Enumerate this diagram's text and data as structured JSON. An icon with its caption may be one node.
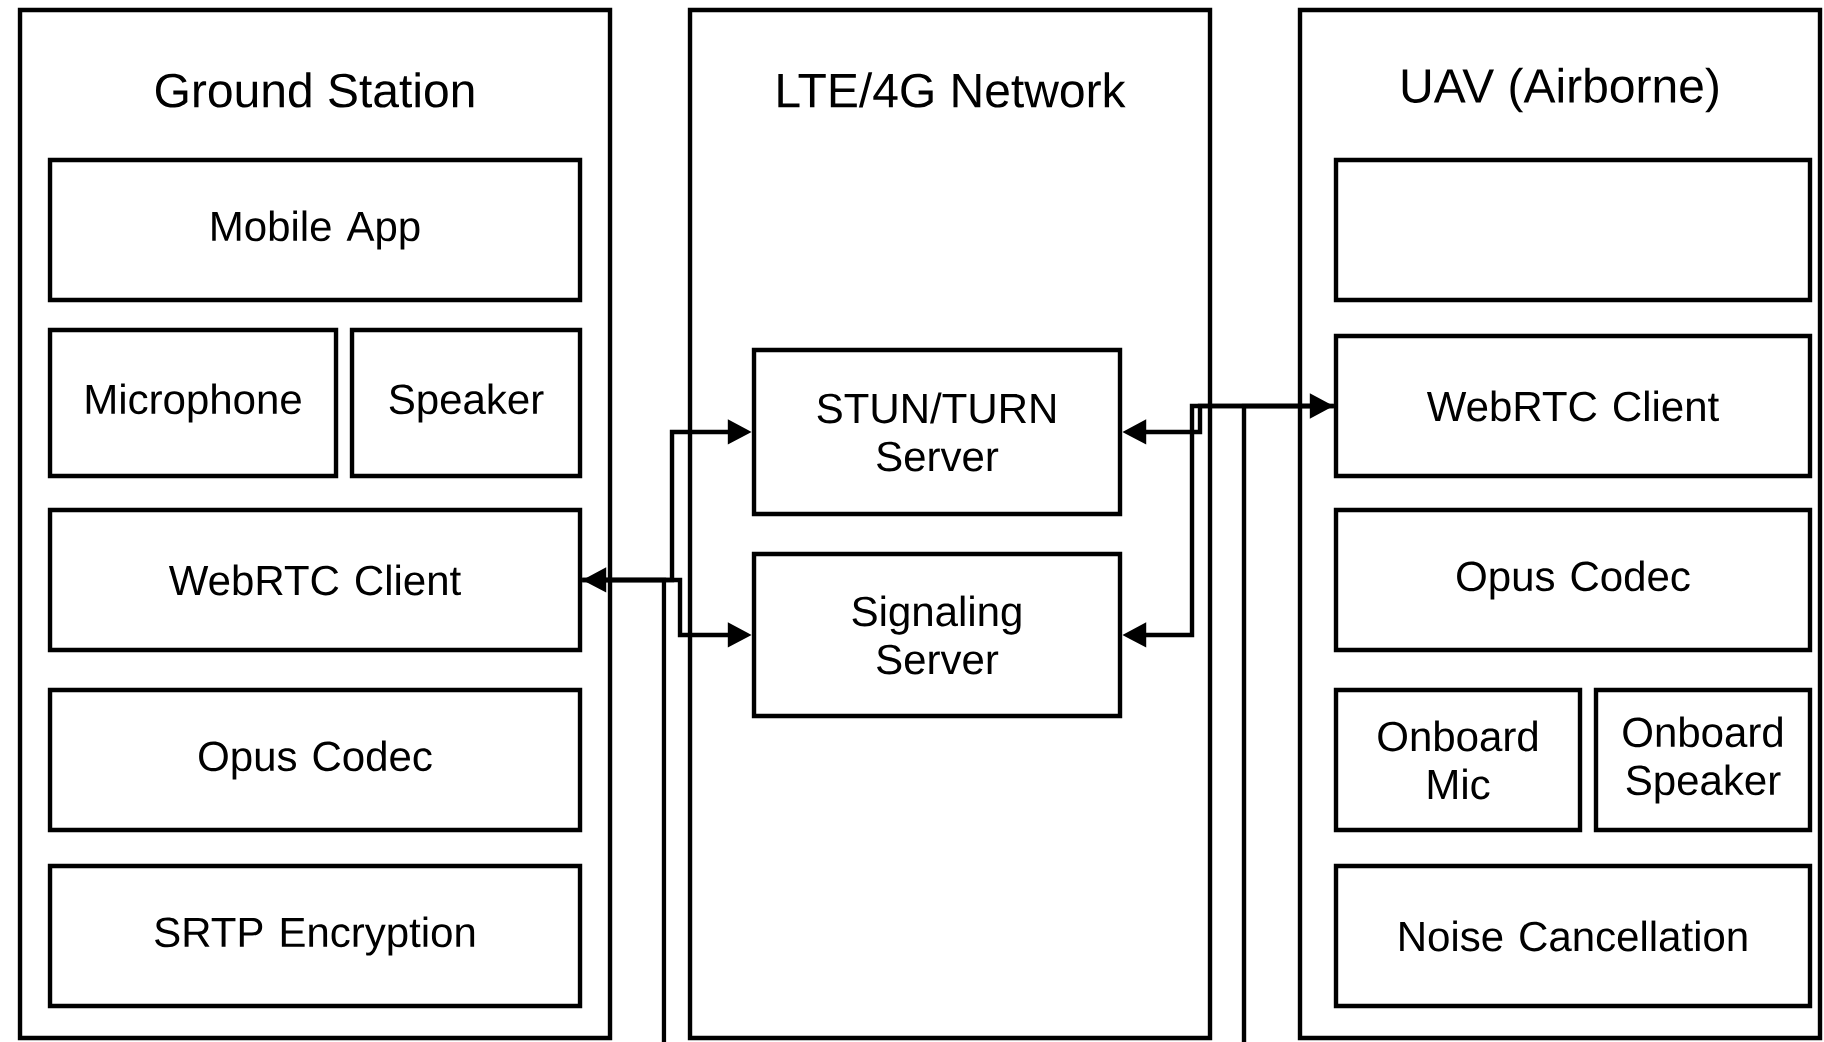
{
  "diagram": {
    "nodes": [
      {
        "text": [
          "Ground Station"
        ]
      },
      {
        "text": [
          "Mobile App"
        ],
        "in": 0
      },
      {
        "text": [
          "Microphone"
        ],
        "in": 0
      },
      {
        "text": [
          "Speaker"
        ],
        "in": 0
      },
      {
        "text": [
          "WebRTC Client"
        ],
        "in": 0
      },
      {
        "text": [
          "Opus Codec"
        ],
        "in": 0
      },
      {
        "text": [
          "SRTP Encryption"
        ],
        "in": 0
      },
      {
        "text": [
          "LTE/4G Network"
        ]
      },
      {
        "text": [
          "STUN/TURN Server"
        ],
        "in": 7
      },
      {
        "text": [
          "Signaling Server"
        ],
        "in": 7
      },
      {
        "text": [
          "UAV (Airborne)"
        ]
      },
      {
        "text": [],
        "shape": "box",
        "in": 10
      },
      {
        "text": [
          "WebRTC Client"
        ],
        "in": 10
      },
      {
        "text": [
          "Opus Codec"
        ],
        "in": 10
      },
      {
        "text": [
          "Onboard Mic"
        ],
        "in": 10
      },
      {
        "text": [
          "Onboard Speaker"
        ],
        "in": 10
      },
      {
        "text": [
          "Noise Cancellation"
        ],
        "in": 10
      }
    ],
    "edges": [
      {
        "from": 4,
        "to": 8,
        "arrow": "both"
      },
      {
        "from": 4,
        "to": 9,
        "arrow": "to"
      },
      {
        "from": 8,
        "to": 12,
        "arrow": "both"
      },
      {
        "from": 12,
        "to": 9,
        "arrow": "to"
      },
      {
        "from": 4,
        "to": null,
        "arrow": "none"
      },
      {
        "from": 12,
        "to": null,
        "arrow": "none"
      }
    ]
  }
}
